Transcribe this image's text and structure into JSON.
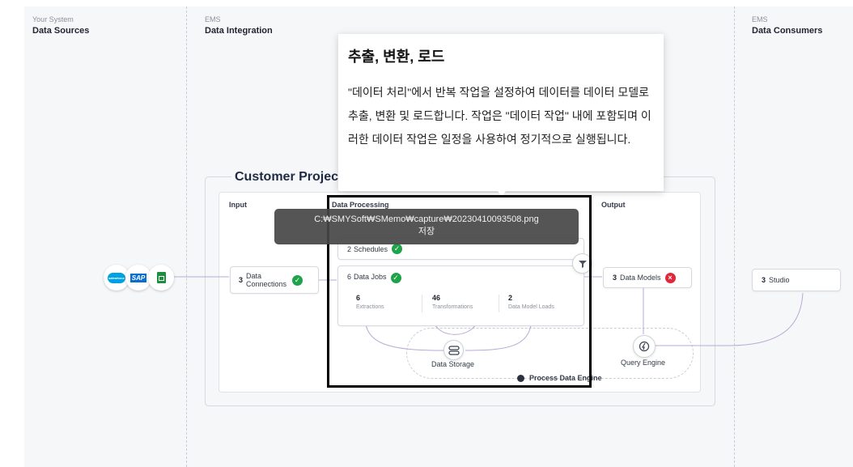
{
  "columns": {
    "sources": {
      "kicker": "Your System",
      "title": "Data Sources"
    },
    "integration": {
      "kicker": "EMS",
      "title": "Data Integration"
    },
    "consumers": {
      "kicker": "EMS",
      "title": "Data Consumers"
    }
  },
  "project": {
    "title": "Customer Projec"
  },
  "sections": {
    "input": "Input",
    "processing": "Data Processing",
    "output": "Output"
  },
  "source_icons": [
    {
      "name": "salesforce-icon",
      "label": "salesforce",
      "color": "#00a1e0"
    },
    {
      "name": "sap-icon",
      "label": "SAP",
      "color": "#0a6ed1"
    },
    {
      "name": "google-sheets-icon",
      "color": "#1e8e3e"
    }
  ],
  "data_connections": {
    "count": "3",
    "label_line1": "Data",
    "label_line2": "Connections",
    "status": "ok"
  },
  "schedules": {
    "count": "2",
    "label": "Schedules",
    "status": "ok"
  },
  "data_jobs": {
    "count": "6",
    "label": "Data Jobs",
    "status": "ok"
  },
  "job_stats": [
    {
      "value": "6",
      "label": "Extractions"
    },
    {
      "value": "46",
      "label": "Transformations"
    },
    {
      "value": "2",
      "label": "Data Model Loads"
    }
  ],
  "data_storage": {
    "label": "Data Storage"
  },
  "process_data_engine": {
    "label": "Process Data Engine"
  },
  "data_models": {
    "count": "3",
    "label": "Data Models",
    "status": "error"
  },
  "query_engine": {
    "label": "Query Engine"
  },
  "studio": {
    "count": "3",
    "label": "Studio"
  },
  "tooltip": {
    "title": "추출, 변환, 로드",
    "body": "\"데이터 처리\"에서 반복 작업을 설정하여 데이터를 데이터 모델로 추출, 변환 및 로드합니다. 작업은 \"데이터 작업\" 내에 포함되며 이러한 데이터 작업은 일정을 사용하여 정기적으로 실행됩니다."
  },
  "capture_toast": {
    "line1": "C:₩SMYSoft₩SMemo₩capture₩20230410093508.png",
    "line2": "저장"
  },
  "colors": {
    "ok": "#1fa34a",
    "error": "#e0283a",
    "line": "#b9a9d6",
    "canvas": "#f6f7f9"
  }
}
